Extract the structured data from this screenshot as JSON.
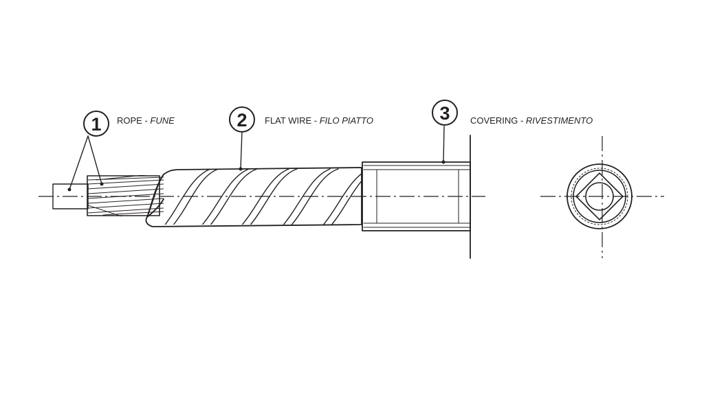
{
  "callouts": [
    {
      "number": "1",
      "label": "ROPE - ",
      "label_italic": "FUNE"
    },
    {
      "number": "2",
      "label": "FLAT WIRE - ",
      "label_italic": "FILO PIATTO"
    },
    {
      "number": "3",
      "label": "COVERING - ",
      "label_italic": "RIVESTIMENTO"
    }
  ],
  "colors": {
    "ink": "#231f20",
    "background": "#ffffff"
  }
}
